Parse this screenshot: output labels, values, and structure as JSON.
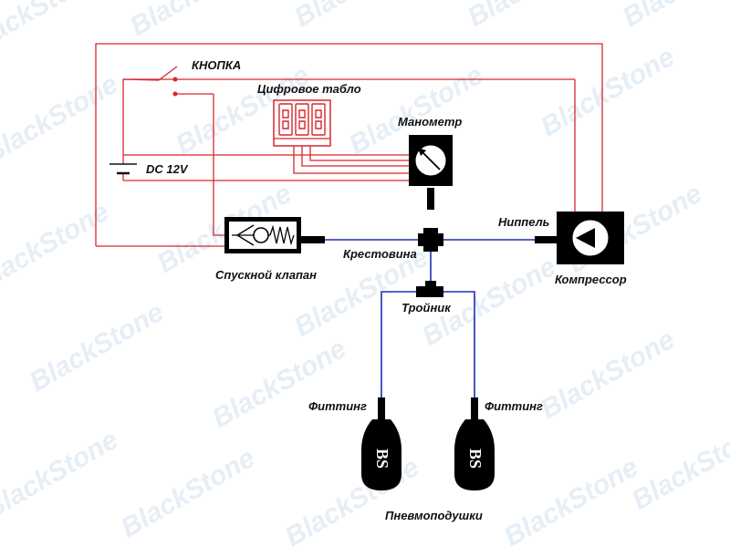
{
  "watermark": "BlackStone",
  "labels": {
    "button": "КНОПКА",
    "display": "Цифровое табло",
    "gauge": "Манометр",
    "power": "DC 12V",
    "nipple": "Ниппель",
    "cross": "Крестовина",
    "valve": "Спускной клапан",
    "compressor": "Компрессор",
    "tee": "Тройник",
    "fitting_left": "Фиттинг",
    "fitting_right": "Фиттинг",
    "airbags": "Пневмоподушки",
    "bag_left": "BS",
    "bag_right": "BS"
  },
  "colors": {
    "wire": "#d9262b",
    "air_line": "#1c2fb5",
    "component": "#000000",
    "display_digits": "#d9262b",
    "watermark": "#e6eef6"
  }
}
